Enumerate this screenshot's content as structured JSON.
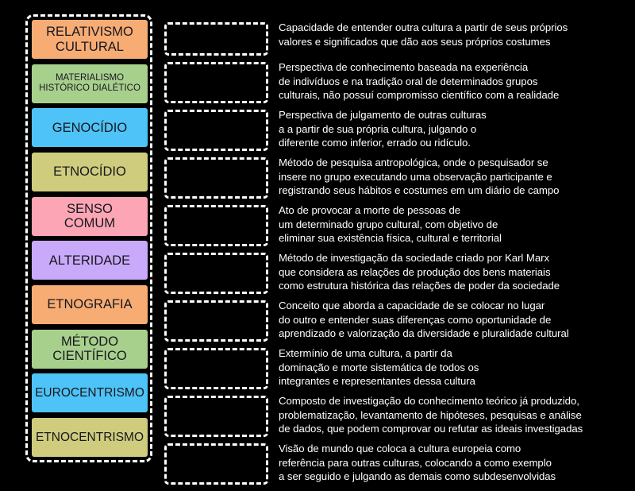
{
  "activity": {
    "type": "matching-drag-and-drop",
    "background_color": "#000000",
    "dropzone_border_color": "#ffffff",
    "definition_text_color": "#ffffff",
    "tile_text_color": "#17171e"
  },
  "tiles": [
    {
      "label": "RELATIVISMO\nCULTURAL",
      "color": "#f7ac74",
      "size": "lg"
    },
    {
      "label": "MATERIALISMO\nHISTÓRICO DIALÉTICO",
      "color": "#a8d08d",
      "size": "xs"
    },
    {
      "label": "GENOCÍDIO",
      "color": "#4ec3f7",
      "size": "lg"
    },
    {
      "label": "ETNOCÍDIO",
      "color": "#cfcc7d",
      "size": "lg"
    },
    {
      "label": "SENSO\nCOMUM",
      "color": "#fca5b4",
      "size": "lg"
    },
    {
      "label": "ALTERIDADE",
      "color": "#c9a9fa",
      "size": "lg"
    },
    {
      "label": "ETNOGRAFIA",
      "color": "#f7ac74",
      "size": "lg"
    },
    {
      "label": "MÉTODO\nCIENTÍFICO",
      "color": "#a8d08d",
      "size": "lg"
    },
    {
      "label": "EUROCENTRISMO",
      "color": "#4ec3f7",
      "size": "md"
    },
    {
      "label": "ETNOCENTRISMO",
      "color": "#cfcc7d",
      "size": "md"
    }
  ],
  "pairs": [
    {
      "dropzone_label": "",
      "lines": 2,
      "definition": "Capacidade de entender outra cultura a partir de seus próprios\nvalores e significados que dão aos seus próprios costumes"
    },
    {
      "dropzone_label": "",
      "lines": 3,
      "definition": "Perspectiva de conhecimento baseada na experiência\nde indivíduos e na tradição oral de determinados grupos\nculturais, não possuí compromisso científico com a realidade"
    },
    {
      "dropzone_label": "",
      "lines": 3,
      "definition": "Perspectiva de julgamento de outras culturas\na a partir de sua própria cultura, julgando o\ndiferente como inferior, errado ou ridículo."
    },
    {
      "dropzone_label": "",
      "lines": 3,
      "definition": "Método de pesquisa antropológica, onde o pesquisador se\ninsere no grupo executando uma observação participante e\nregistrando seus hábitos e costumes em um diário de campo"
    },
    {
      "dropzone_label": "",
      "lines": 3,
      "definition": "Ato de provocar a morte de pessoas de\num determinado grupo cultural, com objetivo de\neliminar sua existência física, cultural e territorial"
    },
    {
      "dropzone_label": "",
      "lines": 3,
      "definition": "Método de investigação da sociedade criado por Karl Marx\nque considera as relações de produção dos bens materiais\ncomo estrutura histórica das relações de poder da sociedade"
    },
    {
      "dropzone_label": "",
      "lines": 3,
      "definition": "Conceito que aborda a capacidade de se colocar no lugar\ndo outro e entender suas diferenças como oportunidade de\naprendizado e valorização da diversidade e pluralidade cultural"
    },
    {
      "dropzone_label": "",
      "lines": 3,
      "definition": "Extermínio de uma cultura, a partir da\ndominação e morte sistemática de todos os\nintegrantes e representantes dessa cultura"
    },
    {
      "dropzone_label": "",
      "lines": 3,
      "definition": "Composto de investigação do conhecimento teórico já produzido,\nproblematização, levantamento de hipóteses, pesquisas e análise\nde dados, que podem comprovar ou refutar as ideais investigadas"
    },
    {
      "dropzone_label": "",
      "lines": 3,
      "definition": "Visão de mundo que coloca a cultura europeia como\nreferência para outras culturas, colocando a como exemplo\na ser seguido e julgando as demais como subdesenvolvidas"
    }
  ]
}
